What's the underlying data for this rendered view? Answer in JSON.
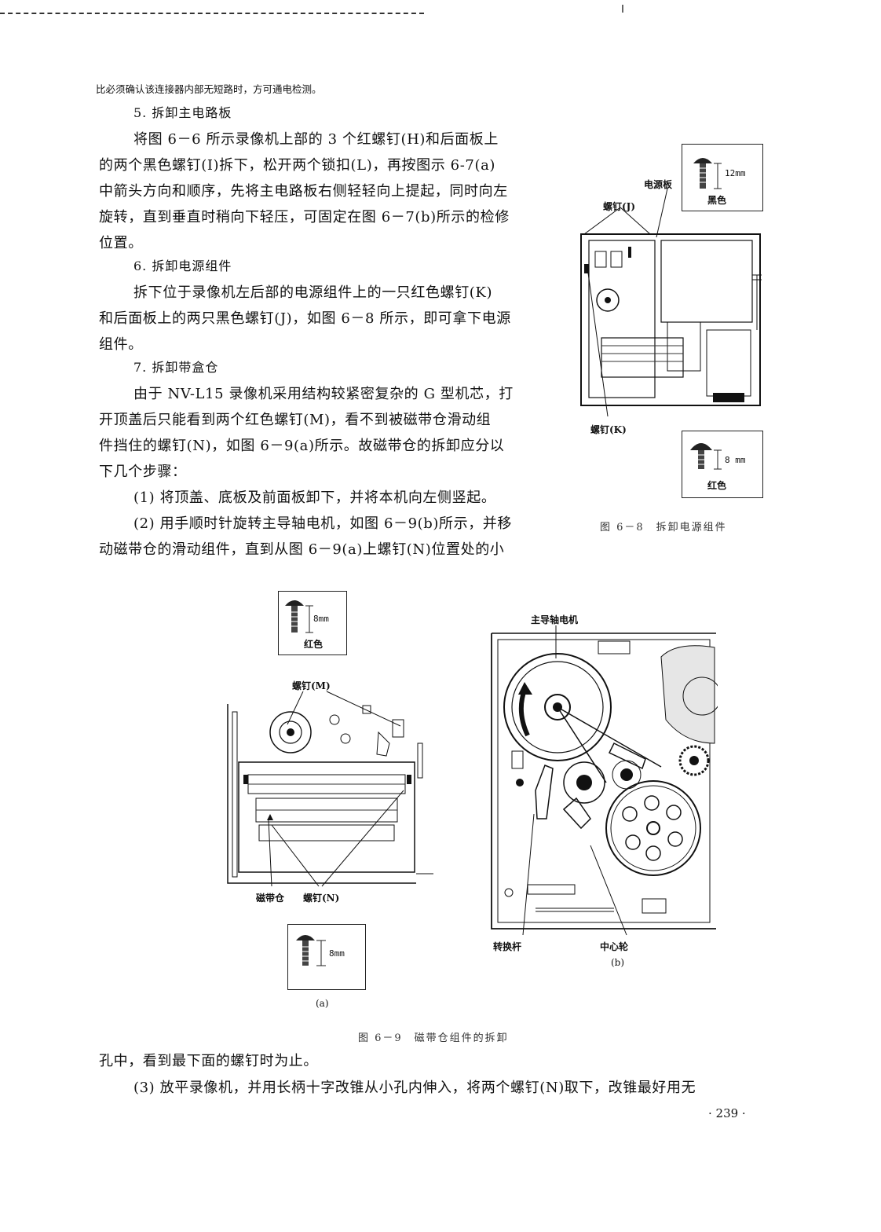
{
  "top_note": "比必须确认该连接器内部无短路时，方可通电检测。",
  "sections": {
    "s5_heading": "5. 拆卸主电路板",
    "s5_lines": [
      "将图 6－6 所示录像机上部的 3 个红螺钉(H)和后面板上",
      "的两个黑色螺钉(I)拆下，松开两个锁扣(L)，再按图示 6-7(a)",
      "中箭头方向和顺序，先将主电路板右侧轻轻向上提起，同时向左",
      "旋转，直到垂直时稍向下轻压，可固定在图 6－7(b)所示的检修",
      "位置。"
    ],
    "s6_heading": "6. 拆卸电源组件",
    "s6_lines": [
      "拆下位于录像机左后部的电源组件上的一只红色螺钉(K)",
      "和后面板上的两只黑色螺钉(J)，如图 6－8 所示，即可拿下电源",
      "组件。"
    ],
    "s7_heading": "7. 拆卸带盒仓",
    "s7_lines": [
      "由于 NV-L15 录像机采用结构较紧密复杂的 G 型机芯，打",
      "开顶盖后只能看到两个红色螺钉(M)，看不到被磁带仓滑动组",
      "件挡住的螺钉(N)，如图 6－9(a)所示。故磁带仓的拆卸应分以",
      "下几个步骤：",
      "(1) 将顶盖、底板及前面板卸下，并将本机向左侧竖起。",
      "(2) 用手顺时针旋转主导轴电机，如图 6－9(b)所示，并移",
      "动磁带仓的滑动组件，直到从图 6－9(a)上螺钉(N)位置处的小"
    ],
    "after_lines": [
      "孔中，看到最下面的螺钉时为止。",
      "(3) 放平录像机，并用长柄十字改锥从小孔内伸入，将两个螺钉(N)取下，改锥最好用无"
    ]
  },
  "fig68": {
    "caption": "图 6－8　拆卸电源组件",
    "label_power_board": "电源板",
    "label_screw_j": "螺钉(J)",
    "label_screw_k": "螺钉(K)",
    "screw_top": {
      "length": "12mm",
      "color": "黑色"
    },
    "screw_bottom": {
      "length": "8 mm",
      "color": "红色"
    }
  },
  "fig69": {
    "caption": "图 6－9　磁带仓组件的拆卸",
    "sub_a": "(a)",
    "sub_b": "(b)",
    "label_screw_m": "螺钉(M)",
    "label_cassette": "磁带仓",
    "label_screw_n": "螺钉(N)",
    "label_capstan": "主导轴电机",
    "label_lever": "转换杆",
    "label_center_wheel": "中心轮",
    "screw_a_top": {
      "length": "8mm",
      "color": "红色"
    },
    "screw_a_bottom": {
      "length": "8mm"
    }
  },
  "page_number": "· 239 ·"
}
